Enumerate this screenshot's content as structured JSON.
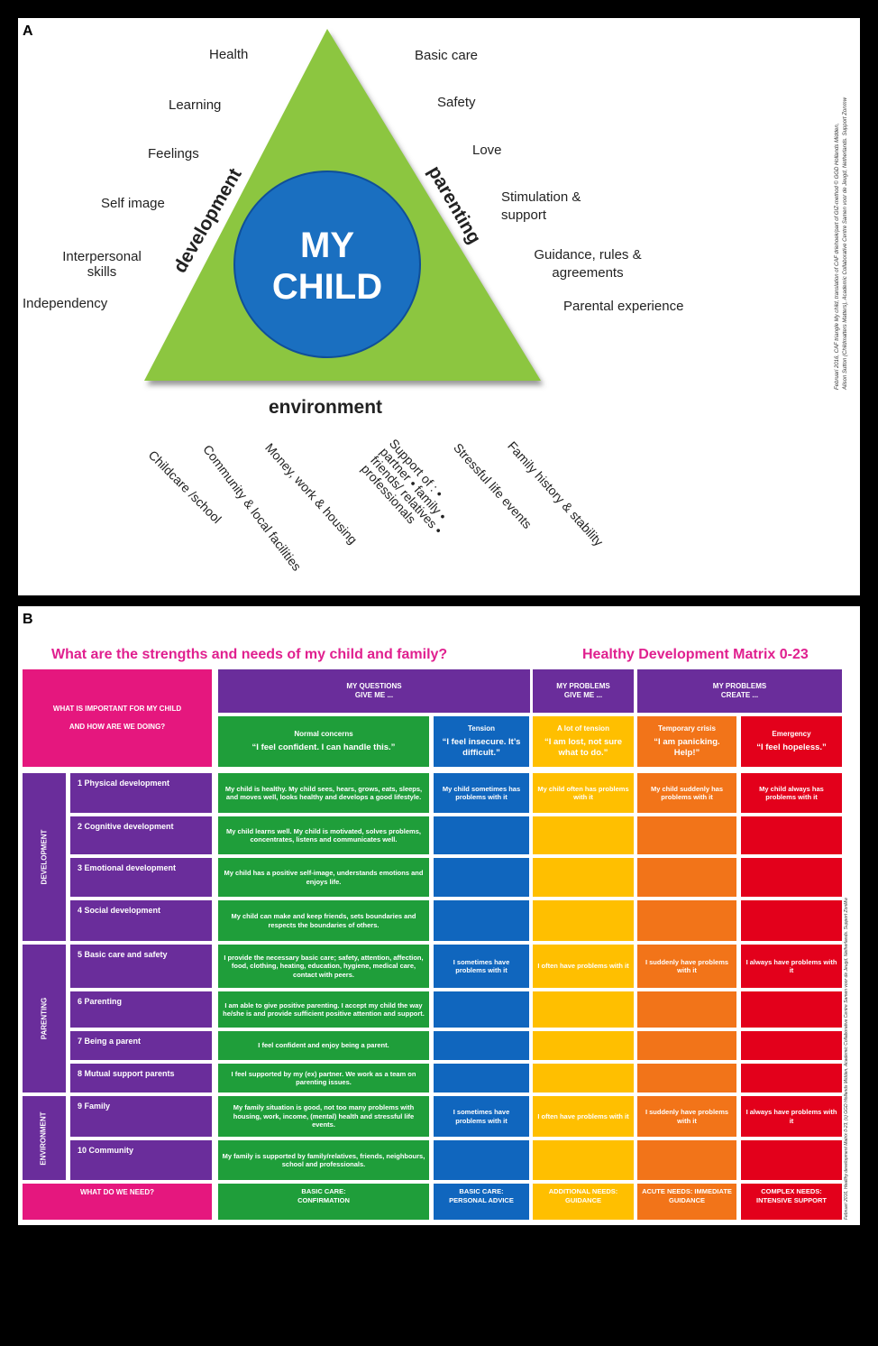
{
  "panel_a": {
    "label": "A",
    "circle_line1": "MY",
    "circle_line2": "CHILD",
    "side_development": "development",
    "side_parenting": "parenting",
    "side_environment": "environment",
    "development_items": [
      "Health",
      "Learning",
      "Feelings",
      "Self image",
      "Interpersonal skills",
      "Independency"
    ],
    "parenting_items": [
      "Basic care",
      "Safety",
      "Love",
      "Stimulation & support",
      "Guidance, rules & agreements",
      "Parental experience"
    ],
    "environment_items": [
      "Childcare /school",
      "Community & local facilities",
      "Money, work & housing",
      "Support of : • partner • family • friends/ relatives • professionals",
      "Stressful life events",
      "Family history & stability"
    ],
    "credit_line1": "Februari 2016, CAF triangle My child, translation of CAF driehoek/part of GIZ-method © GGD Hollands Midden,",
    "credit_line2": "Alison Sutton (Childmatters Matters), Academic Collaborative Centre Samen voor de Jeugd, Netherlands. Support Zonmw",
    "colors": {
      "triangle": "#8cc63f",
      "circle": "#1a6fc0"
    }
  },
  "panel_b": {
    "label": "B",
    "title_left": "What are the strengths and needs of my child and family?",
    "title_right": "Healthy Development Matrix 0-23",
    "header_important_1": "WHAT IS IMPORTANT FOR MY CHILD",
    "header_important_2": "AND HOW ARE WE DOING?",
    "header_questions": "MY QUESTIONS GIVE ME ...",
    "header_problems_give": "MY PROBLEMS GIVE ME ...",
    "header_problems_create": "MY PROBLEMS CREATE ...",
    "levels": [
      {
        "name": "Normal concerns",
        "quote": "“I feel confident. I can handle this.”"
      },
      {
        "name": "Tension",
        "quote": "“I feel insecure. It’s difficult.”"
      },
      {
        "name": "A lot of tension",
        "quote": "“I am lost, not sure what to do.”"
      },
      {
        "name": "Temporary crisis",
        "quote": "“I am panicking. Help!”"
      },
      {
        "name": "Emergency",
        "quote": "“I feel hopeless.”"
      }
    ],
    "sections": [
      "DEVELOPMENT",
      "PARENTING",
      "ENVIRONMENT"
    ],
    "rows": [
      {
        "label": "1   Physical development",
        "green": "My child is healthy. My child sees, hears, grows, eats, sleeps, and moves well, looks healthy and develops a good lifestyle.",
        "blue": "My child sometimes has problems with it",
        "yellow": "My child often has problems with it",
        "orange": "My child suddenly has problems with it",
        "red": "My child always has problems with it"
      },
      {
        "label": "2   Cognitive development",
        "green": "My child learns well. My child is motivated, solves problems, concentrates, listens and communicates well.",
        "blue": "",
        "yellow": "",
        "orange": "",
        "red": ""
      },
      {
        "label": "3   Emotional development",
        "green": "My child has a positive self-image, understands emotions and enjoys life.",
        "blue": "",
        "yellow": "",
        "orange": "",
        "red": ""
      },
      {
        "label": "4   Social development",
        "green": "My child can make and keep friends, sets boundaries and respects the boundaries of others.",
        "blue": "",
        "yellow": "",
        "orange": "",
        "red": ""
      },
      {
        "label": "5   Basic care and safety",
        "green": "I provide the necessary basic care; safety, attention, affection, food, clothing, heating, education, hygiene, medical care, contact with peers.",
        "blue": "I sometimes have problems with it",
        "yellow": "I often have problems with it",
        "orange": "I suddenly have problems with it",
        "red": "I always have problems with it"
      },
      {
        "label": "6   Parenting",
        "green": "I am able to give positive parenting. I accept my child the way he/she is and provide sufficient positive attention and support.",
        "blue": "",
        "yellow": "",
        "orange": "",
        "red": ""
      },
      {
        "label": "7   Being a parent",
        "green": "I feel confident and enjoy being a parent.",
        "blue": "",
        "yellow": "",
        "orange": "",
        "red": ""
      },
      {
        "label": "8   Mutual support parents",
        "green": "I feel supported by my (ex) partner. We work as a team on parenting issues.",
        "blue": "",
        "yellow": "",
        "orange": "",
        "red": ""
      },
      {
        "label": "9   Family",
        "green": "My family situation is good, not too many problems with housing, work, income, (mental) health and stressful life events.",
        "blue": "I sometimes have problems with it",
        "yellow": "I often have problems with it",
        "orange": "I suddenly have problems with it",
        "red": "I always have problems with it"
      },
      {
        "label": "10  Community",
        "green": "My family is supported by family/relatives, friends, neighbours, school and professionals.",
        "blue": "",
        "yellow": "",
        "orange": "",
        "red": ""
      }
    ],
    "footer": {
      "need_label": "WHAT DO WE NEED?",
      "green": "BASIC CARE: CONFIRMATION",
      "blue": "BASIC CARE: PERSONAL ADVICE",
      "yellow": "ADDITIONAL NEEDS: GUIDANCE",
      "orange": "ACUTE NEEDS: IMMEDIATE GUIDANCE",
      "red": "COMPLEX NEEDS: INTENSIVE SUPPORT"
    },
    "credit": "Februari 2016, Healthy development Matrix 0-23, (c) GGD Hollands Midden, Academic Collaborative Centre Samen voor de Jeugd, Netherlands. Support ZonMw"
  }
}
